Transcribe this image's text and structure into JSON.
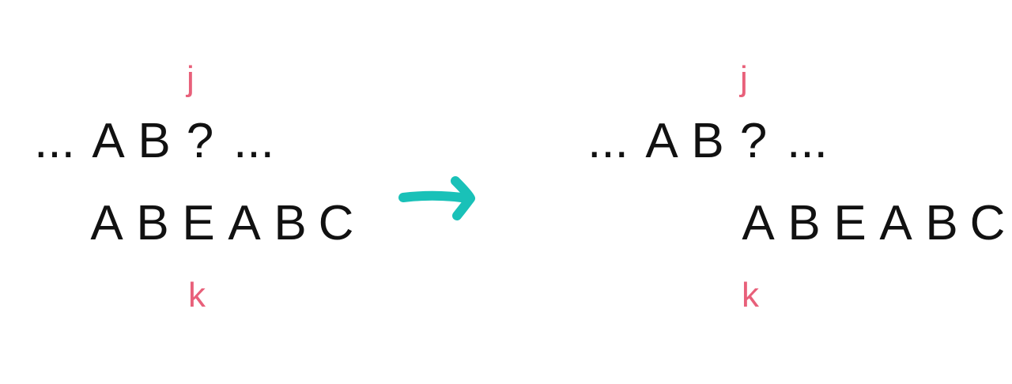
{
  "panels": [
    {
      "id": "before",
      "pointer_j": "j",
      "pointer_k": "k",
      "text_tokens": [
        "...",
        "A",
        "B",
        "?",
        "..."
      ],
      "pattern_tokens": [
        "A",
        "B",
        "E",
        "A",
        "B",
        "C"
      ]
    },
    {
      "id": "after",
      "pointer_j": "j",
      "pointer_k": "k",
      "text_tokens": [
        "...",
        "A",
        "B",
        "?",
        "..."
      ],
      "pattern_tokens": [
        "A",
        "B",
        "E",
        "A",
        "B",
        "C"
      ]
    }
  ],
  "colors": {
    "pointer": "#e8607a",
    "arrow": "#19c1b8",
    "text": "#111111"
  }
}
